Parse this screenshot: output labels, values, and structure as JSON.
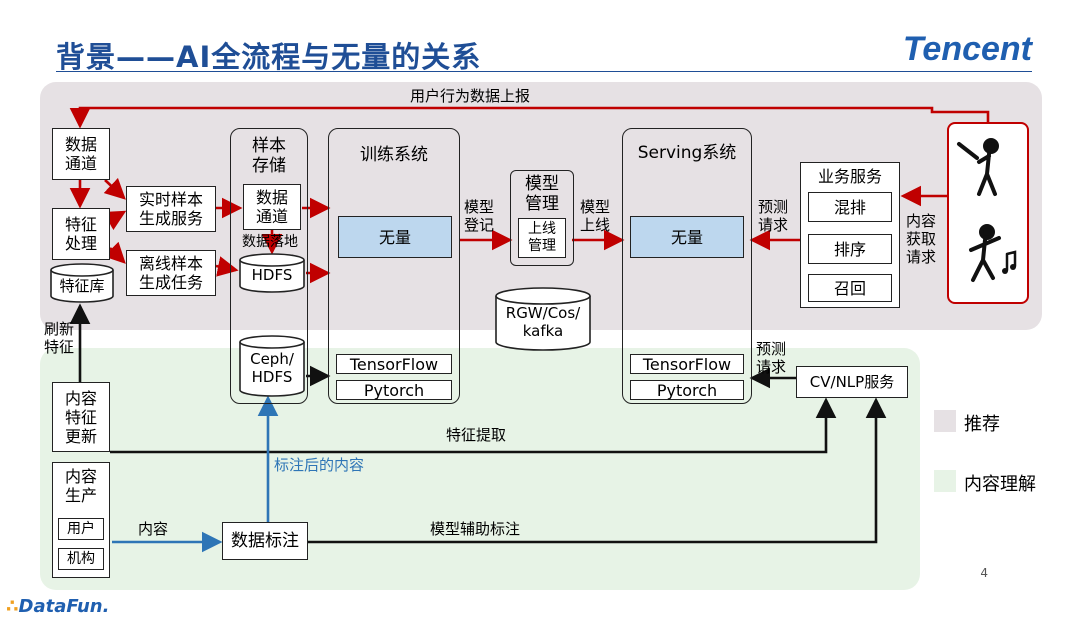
{
  "header": {
    "title": "背景——AI全流程与无量的关系",
    "brand": "Tencent"
  },
  "legend": [
    {
      "label": "推荐",
      "color": "#e6e1e4"
    },
    {
      "label": "内容理解",
      "color": "#e7f3e6"
    }
  ],
  "nodes": {
    "data_channel": "数据\n通道",
    "feature_processing": "特征\n处理",
    "feature_store": "特征库",
    "realtime_sample": "实时样本\n生成服务",
    "offline_sample": "离线样本\n生成任务",
    "sample_storage": "样本\n存储",
    "storage_data_channel": "数据\n通道",
    "data_landing": "数据落地",
    "hdfs": "HDFS",
    "ceph_hdfs": "Ceph/\nHDFS",
    "training_system": "训练系统",
    "wuliang_train": "无量",
    "tensorflow_train": "TensorFlow",
    "pytorch_train": "Pytorch",
    "model_mgmt": "模型\n管理",
    "online_mgmt": "上线\n管理",
    "rgw": "RGW/Cos/\nkafka",
    "serving_system": "Serving系统",
    "wuliang_serve": "无量",
    "tensorflow_serve": "TensorFlow",
    "pytorch_serve": "Pytorch",
    "business_service": "业务服务",
    "mix_rank": "混排",
    "rank": "排序",
    "recall": "召回",
    "content_feature_update": "内容\n特征\n更新",
    "content_production": "内容\n生产",
    "user": "用户",
    "org": "机构",
    "data_labeling": "数据标注",
    "cv_nlp": "CV/NLP服务"
  },
  "edge_labels": {
    "user_behavior": "用户行为数据上报",
    "model_register": "模型\n登记",
    "model_online": "模型\n上线",
    "predict_request": "预测\n请求",
    "content_fetch_request": "内容\n获取\n请求",
    "refresh_feature": "刷新\n特征",
    "predict_request_cu": "预测\n请求",
    "feature_extract": "特征提取",
    "labeled_content": "标注后的内容",
    "content": "内容",
    "model_assisted_label": "模型辅助标注"
  },
  "icons": {
    "users_panel": [
      "baseball-player-icon",
      "dancer-music-icon"
    ]
  },
  "colors": {
    "red_arrow": "#c00000",
    "blue_arrow": "#2e75b6",
    "title": "#1f4e96"
  },
  "page_number": "4",
  "footer_logo": "DataFun."
}
